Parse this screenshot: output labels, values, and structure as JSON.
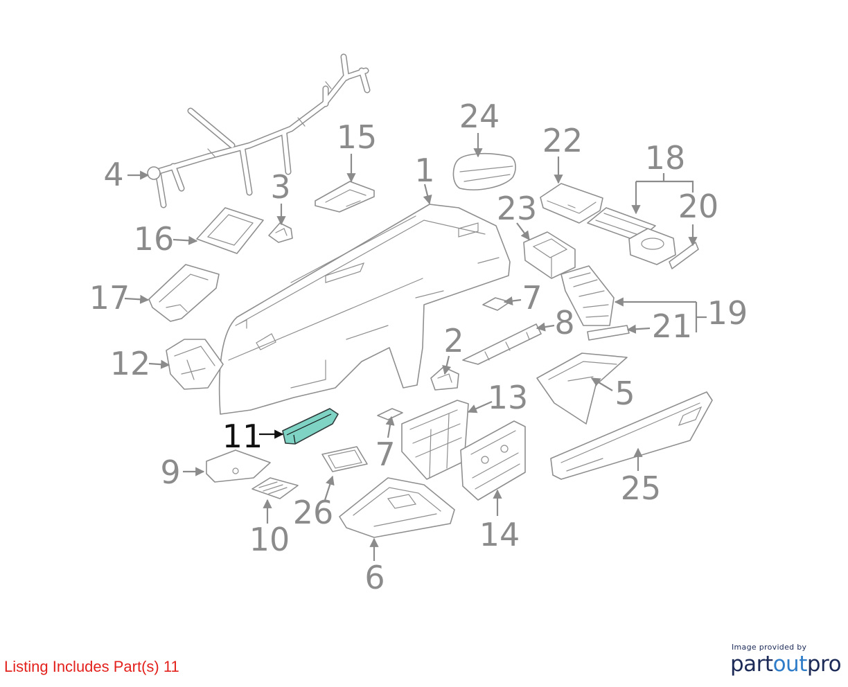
{
  "callouts": [
    "1",
    "24",
    "15",
    "22",
    "18",
    "20",
    "4",
    "3",
    "23",
    "16",
    "17",
    "7",
    "19",
    "8",
    "21",
    "2",
    "12",
    "5",
    "13",
    "11",
    "7",
    "9",
    "25",
    "26",
    "10",
    "14",
    "6"
  ],
  "highlighted_part": "11",
  "colors": {
    "callout": "#8b8b8b",
    "line": "#8e8e8e",
    "highlight": "#7fd3c4",
    "highlight_text": "#111111",
    "footer": "#e3211c",
    "logo_dark": "#1b2a57",
    "logo_accent": "#2f7dc9"
  },
  "footer": {
    "listing_text": "Listing Includes Part(s) 11"
  },
  "logo": {
    "caption": "Image provided by",
    "part1": "part",
    "part2": "out",
    "part3": "pro"
  }
}
